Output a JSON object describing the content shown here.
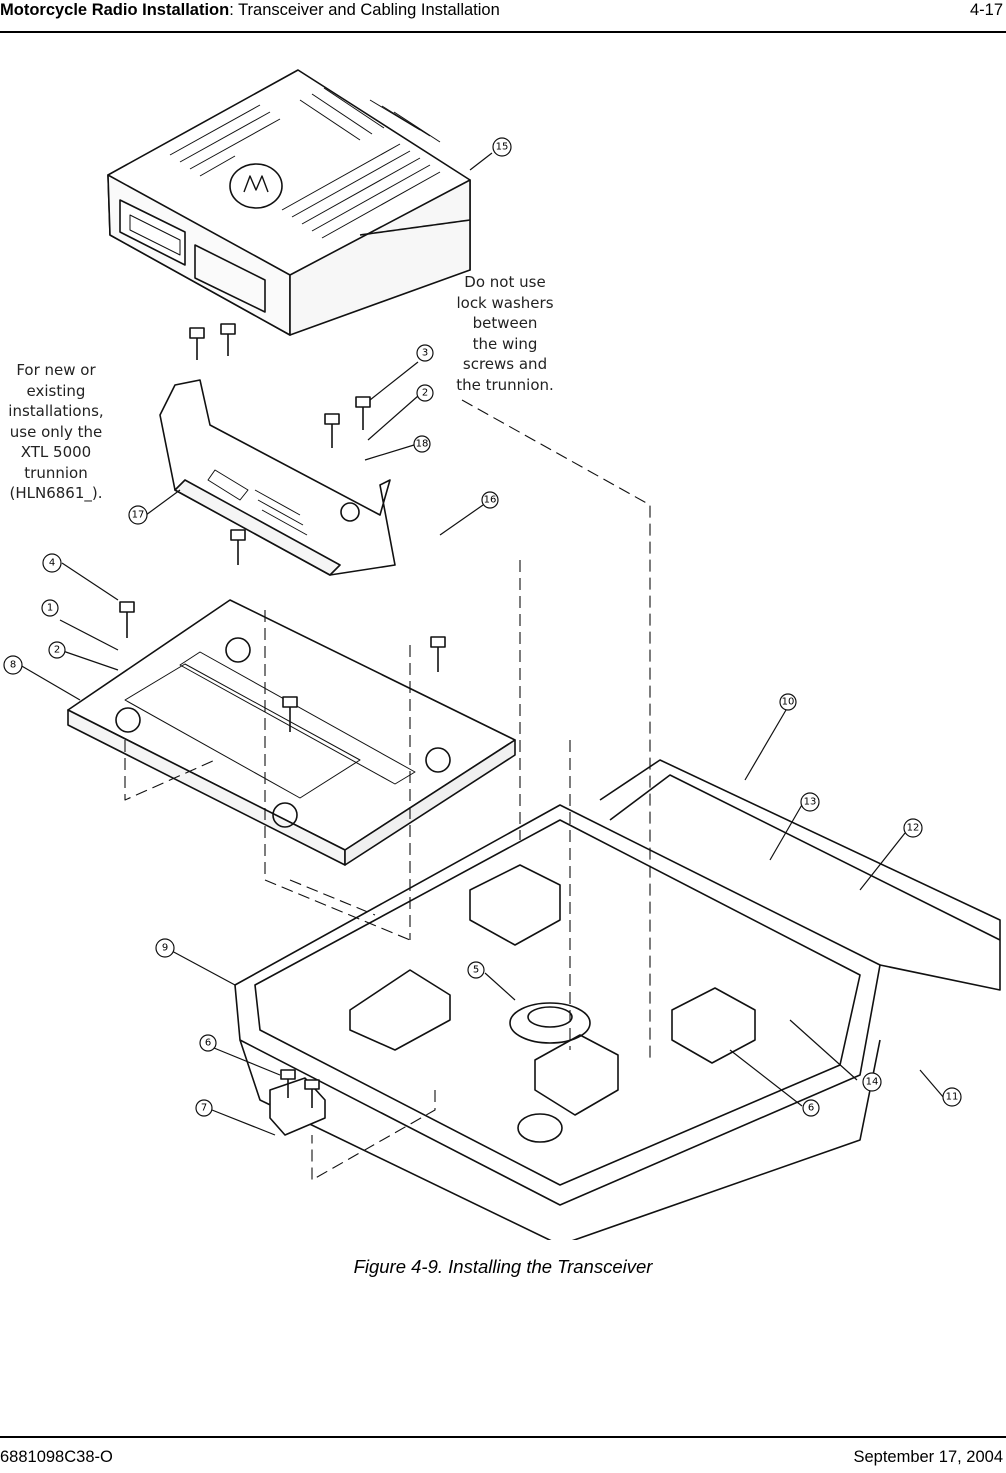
{
  "header": {
    "title_bold": "Motorcycle Radio Installation",
    "title_rest": ": Transceiver and Cabling Installation",
    "page_number": "4-17"
  },
  "figure": {
    "note_left": [
      "For new or",
      "existing",
      "installations,",
      "use only the",
      "XTL 5000",
      "trunnion",
      "(HLN6861_)."
    ],
    "note_right": [
      "Do not use",
      "lock washers",
      "between",
      "the wing",
      "screws and",
      "the trunnion."
    ],
    "callouts": [
      "15",
      "3",
      "2",
      "18",
      "16",
      "17",
      "4",
      "1",
      "2",
      "8",
      "10",
      "13",
      "12",
      "9",
      "5",
      "6",
      "7",
      "14",
      "6",
      "11"
    ]
  },
  "caption": "Figure 4-9.  Installing the Transceiver",
  "footer": {
    "doc_number": "6881098C38-O",
    "date": "September 17, 2004"
  }
}
